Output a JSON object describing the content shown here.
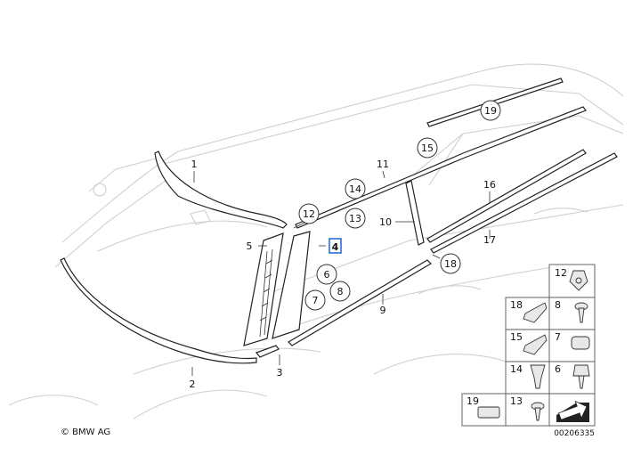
{
  "copyright": "© BMW AG",
  "drawing_number": "00206335",
  "labels": {
    "n1": "1",
    "n2": "2",
    "n3": "3",
    "n4": "4",
    "n5": "5",
    "n6": "6",
    "n7": "7",
    "n8": "8",
    "n9": "9",
    "n10": "10",
    "n11": "11",
    "n12": "12",
    "n13": "13",
    "n14": "14",
    "n15": "15",
    "n16": "16",
    "n17": "17",
    "n18": "18",
    "n19": "19"
  },
  "parts_table": {
    "r1_left": "12",
    "r2_left": "18",
    "r2_right": "8",
    "r3_left": "15",
    "r3_right": "7",
    "r4_left": "14",
    "r4_right": "6",
    "r5_left": "19",
    "r5_right": "13"
  },
  "highlight_color": "#2a6fd6"
}
